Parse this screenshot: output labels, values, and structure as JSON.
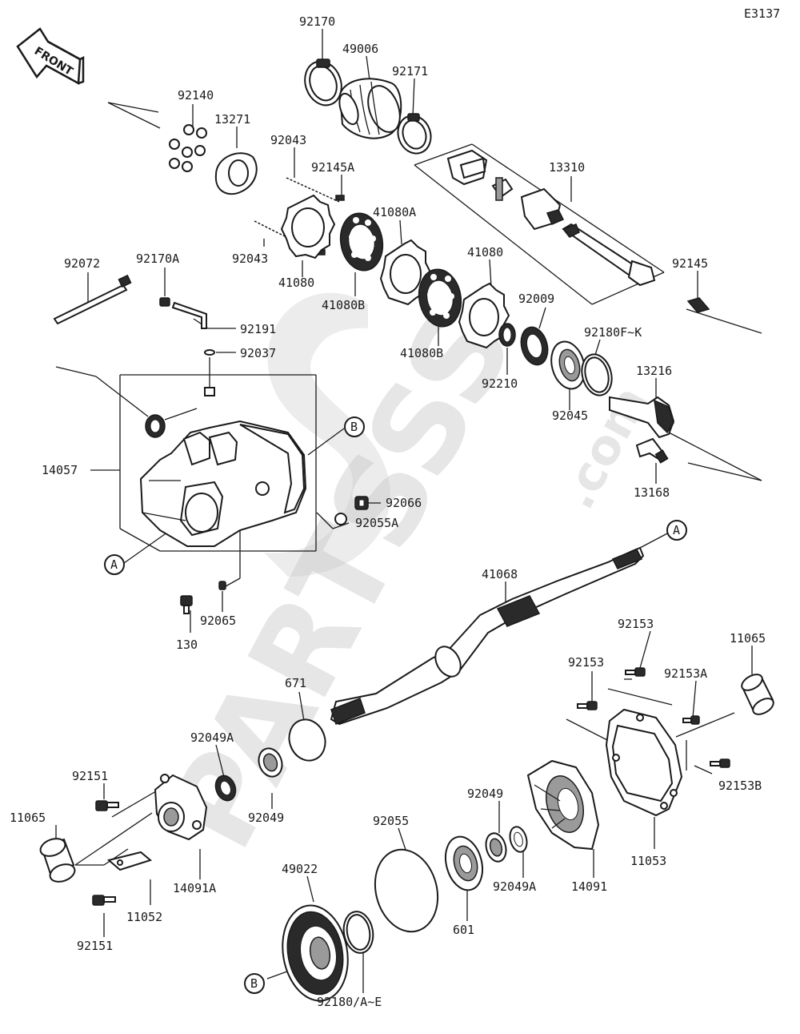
{
  "diagram_code": "E3137",
  "front_label": "FRONT",
  "watermark": {
    "brand": "PARTSSS",
    "domain": ".com"
  },
  "callouts": {
    "A": "A",
    "B": "B"
  },
  "parts": {
    "p92170": "92170",
    "p49006": "49006",
    "p92171": "92171",
    "p92140": "92140",
    "p13271": "13271",
    "p92043a": "92043",
    "p92145A": "92145A",
    "p13310": "13310",
    "p92043b": "92043",
    "p41080a": "41080",
    "p41080A": "41080A",
    "p41080B1": "41080B",
    "p41080b": "41080",
    "p41080B2": "41080B",
    "p92145": "92145",
    "p92072": "92072",
    "p92170A": "92170A",
    "p92191": "92191",
    "p92037": "92037",
    "p92009": "92009",
    "p92180FK": "92180F~K",
    "p92210": "92210",
    "p92045": "92045",
    "p13216": "13216",
    "p14057": "14057",
    "p92066": "92066",
    "p92055A": "92055A",
    "p13168": "13168",
    "p41068": "41068",
    "p130": "130",
    "p92065": "92065",
    "p92153a": "92153",
    "p11065a": "11065",
    "p92153b": "92153",
    "p92153A": "92153A",
    "p671": "671",
    "p92049A1": "92049A",
    "p92151a": "92151",
    "p92049a": "92049",
    "p11065b": "11065",
    "p92055": "92055",
    "p92049b": "92049",
    "p92153B": "92153B",
    "p11053": "11053",
    "p14091A": "14091A",
    "p49022": "49022",
    "p11052": "11052",
    "p601": "601",
    "p92049A2": "92049A",
    "p14091": "14091",
    "p92151b": "92151",
    "p92180AE": "92180/A~E"
  }
}
